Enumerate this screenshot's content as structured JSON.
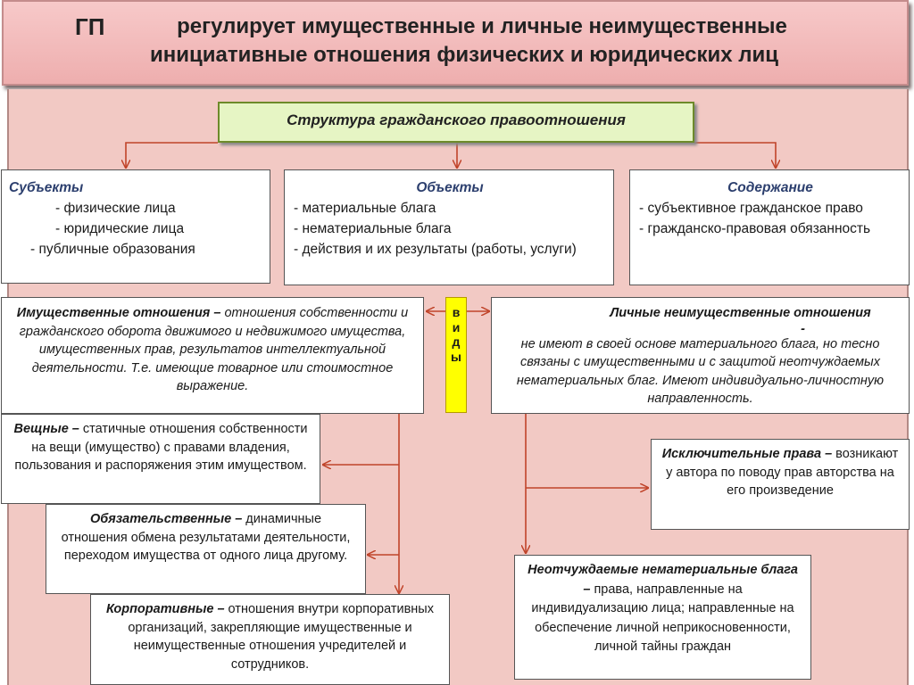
{
  "header": {
    "gp": "ГП",
    "line1": "регулирует имущественные и личные неимущественные",
    "line2": "инициативные отношения физических и юридических лиц"
  },
  "structure_title": "Структура гражданского правоотношения",
  "subjects": {
    "heading": "Субъекты",
    "items": [
      "- физические лица",
      "- юридические лица",
      "- публичные образования"
    ]
  },
  "objects": {
    "heading": "Объекты",
    "items": [
      "- материальные блага",
      "- нематериальные блага",
      "- действия и их результаты  (работы, услуги)"
    ]
  },
  "content": {
    "heading": "Содержание",
    "items": [
      "- субъективное гражданское право",
      "- гражданско-правовая обязанность"
    ]
  },
  "vidy": [
    "в",
    "и",
    "д",
    "ы"
  ],
  "property_relations": {
    "term": "Имущественные отношения –",
    "text": " отношения собственности и гражданского оборота движимого и недвижимого имущества, имущественных прав, результатов интеллектуальной деятельности. Т.е. имеющие товарное или стоимостное выражение."
  },
  "personal_relations": {
    "term": "Личные неимущественные отношения",
    "dash": "-",
    "text": "не имеют в  своей основе материального блага, но тесно связаны с имущественными и с защитой неотчуждаемых нематериальных благ. Имеют индивидуально-личностную направленность."
  },
  "real": {
    "term": "Вещные –",
    "text": " статичные отношения собственности на вещи (имущество) с правами владения, пользования и распоряжения этим имуществом."
  },
  "obligatory": {
    "term": "Обязательственные –",
    "text": " динамичные отношения обмена результатами деятельности, переходом имущества от одного лица другому."
  },
  "corporate": {
    "term": "Корпоративные –",
    "text": " отношения внутри корпоративных организаций, закрепляющие имущественные и неимущественные отношения учредителей и сотрудников."
  },
  "exclusive": {
    "term": "Исключительные права –",
    "text": " возникают у автора по поводу прав авторства  на его произведение"
  },
  "inalienable": {
    "term": "Неотчуждаемые нематериальные блага –",
    "text": " права, направленные на индивидуализацию лица; направленные на обеспечение личной неприкосновенности, личной тайны граждан"
  },
  "colors": {
    "arrow": "#c0442a",
    "panel": "#f2c9c4",
    "header": "#eeaeae",
    "vidy": "#ffff00",
    "structure": "#e6f5c4"
  }
}
